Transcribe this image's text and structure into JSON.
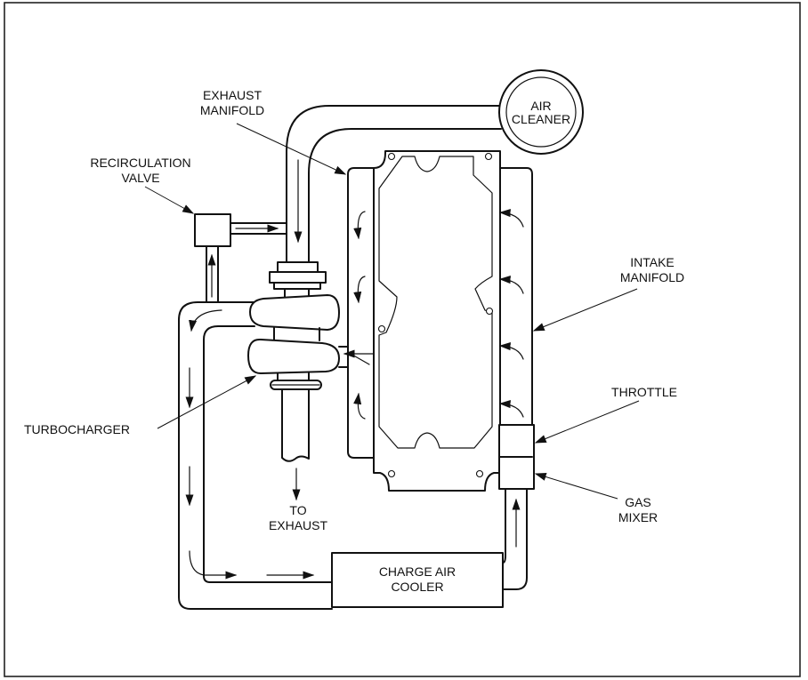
{
  "diagram": {
    "type": "engine air/exhaust flow schematic",
    "labels": {
      "air_cleaner": [
        "AIR",
        "CLEANER"
      ],
      "exhaust_manifold": [
        "EXHAUST",
        "MANIFOLD"
      ],
      "recirculation_valve": [
        "RECIRCULATION",
        "VALVE"
      ],
      "intake_manifold": [
        "INTAKE",
        "MANIFOLD"
      ],
      "turbocharger": [
        "TURBOCHARGER"
      ],
      "throttle": [
        "THROTTLE"
      ],
      "gas_mixer": [
        "GAS",
        "MIXER"
      ],
      "to_exhaust": [
        "TO",
        "EXHAUST"
      ],
      "charge_air_cooler": [
        "CHARGE AIR",
        "COOLER"
      ]
    },
    "components": [
      {
        "id": "air-cleaner",
        "name": "Air Cleaner"
      },
      {
        "id": "exhaust-manifold",
        "name": "Exhaust Manifold"
      },
      {
        "id": "recirculation-valve",
        "name": "Recirculation Valve"
      },
      {
        "id": "turbocharger",
        "name": "Turbocharger"
      },
      {
        "id": "engine-block",
        "name": "Engine Block"
      },
      {
        "id": "intake-manifold",
        "name": "Intake Manifold"
      },
      {
        "id": "throttle",
        "name": "Throttle"
      },
      {
        "id": "gas-mixer",
        "name": "Gas Mixer"
      },
      {
        "id": "charge-air-cooler",
        "name": "Charge Air Cooler"
      }
    ],
    "flow": [
      {
        "from": "Air Cleaner",
        "to": "Turbocharger (compressor)"
      },
      {
        "from": "Turbocharger (compressor)",
        "to": "Charge Air Cooler"
      },
      {
        "from": "Charge Air Cooler",
        "to": "Gas Mixer"
      },
      {
        "from": "Gas Mixer",
        "to": "Throttle"
      },
      {
        "from": "Throttle",
        "to": "Intake Manifold"
      },
      {
        "from": "Intake Manifold",
        "to": "Engine Block"
      },
      {
        "from": "Engine Block",
        "to": "Exhaust Manifold"
      },
      {
        "from": "Exhaust Manifold",
        "to": "Turbocharger (turbine)"
      },
      {
        "from": "Turbocharger (turbine)",
        "to": "Exhaust"
      },
      {
        "from": "Turbocharger (compressor)",
        "to": "Recirculation Valve"
      },
      {
        "from": "Recirculation Valve",
        "to": "Air inlet pipe"
      }
    ],
    "colors": {
      "line": "#111111",
      "background": "#ffffff"
    }
  }
}
